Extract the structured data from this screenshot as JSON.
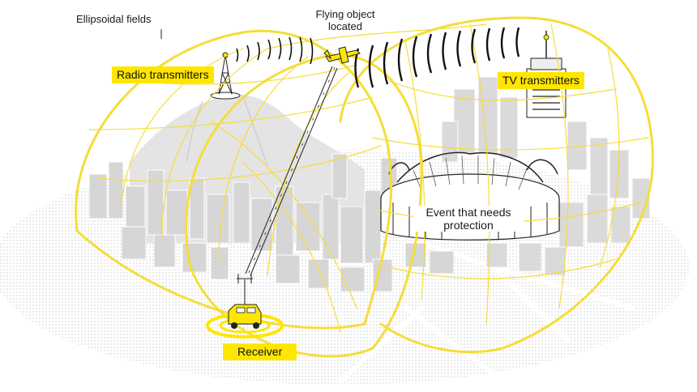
{
  "labels": {
    "ellipsoidal_fields": "Ellipsoidal fields",
    "flying_object_line1": "Flying object",
    "flying_object_line2": "located",
    "event_line1": "Event that needs",
    "event_line2": "protection"
  },
  "tags": {
    "radio_transmitters": "Radio transmitters",
    "tv_transmitters": "TV transmitters",
    "receiver": "Receiver"
  },
  "colors": {
    "accent_yellow": "#ffe600",
    "field_line": "#f5dd3a",
    "building_gray": "#d4d4d4",
    "ground_dots": "#c8c8c8",
    "text": "#1a1a1a"
  }
}
